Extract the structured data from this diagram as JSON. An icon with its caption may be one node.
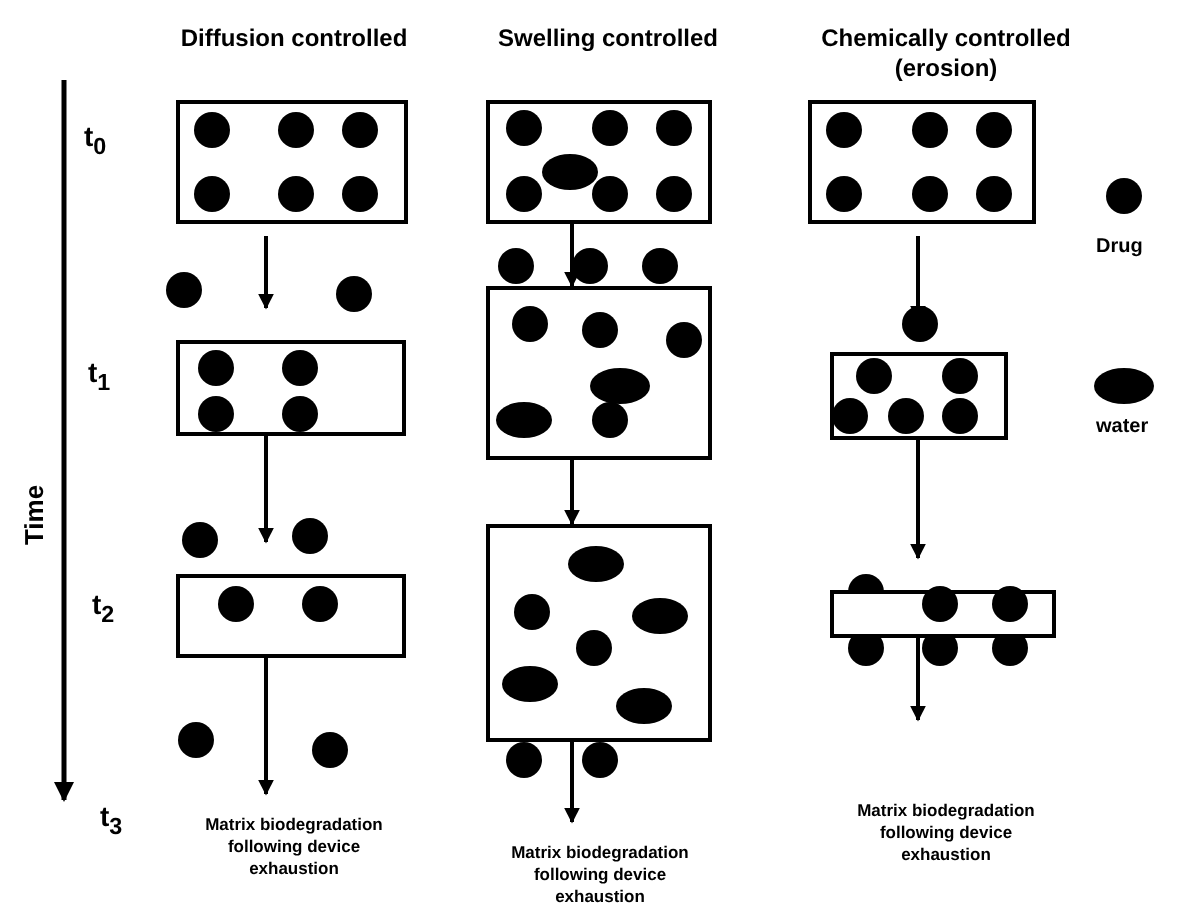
{
  "diagram": {
    "nodes": [
      {
        "text": [],
        "shape": "box"
      },
      {
        "text": [],
        "shape": "box"
      },
      {
        "text": [],
        "shape": "box"
      },
      {
        "text": [
          "Matrix biodegradation following device exhaustion"
        ]
      },
      {
        "text": [],
        "shape": "box"
      },
      {
        "text": [],
        "shape": "box"
      },
      {
        "text": [],
        "shape": "box"
      },
      {
        "text": [
          "Matrix biodegradation following device exhaustion"
        ]
      },
      {
        "text": [],
        "shape": "box"
      },
      {
        "text": [],
        "shape": "box"
      },
      {
        "text": [],
        "shape": "box"
      },
      {
        "text": [
          "Matrix biodegradation following device exhaustion"
        ]
      }
    ],
    "edges": [
      {
        "from": 0,
        "to": 1,
        "arrow": "to"
      },
      {
        "from": 1,
        "to": 2,
        "arrow": "to"
      },
      {
        "from": 2,
        "to": 3,
        "arrow": "to"
      },
      {
        "from": 4,
        "to": 5,
        "arrow": "to"
      },
      {
        "from": 5,
        "to": 6,
        "arrow": "to"
      },
      {
        "from": 6,
        "to": 7,
        "arrow": "to"
      },
      {
        "from": 8,
        "to": 9,
        "arrow": "to"
      },
      {
        "from": 9,
        "to": 10,
        "arrow": "to"
      },
      {
        "from": 10,
        "to": 11,
        "arrow": "to"
      }
    ],
    "labels": [
      "Diffusion controlled",
      "Swelling controlled",
      "Chemically controlled (erosion)",
      "t$_{0}$",
      "Time",
      "t$_{1}$",
      "t$_{2}$",
      "t$_{3}$"
    ],
    "legend": [
      {
        "text": "Drug"
      },
      {
        "text": "water"
      }
    ]
  }
}
